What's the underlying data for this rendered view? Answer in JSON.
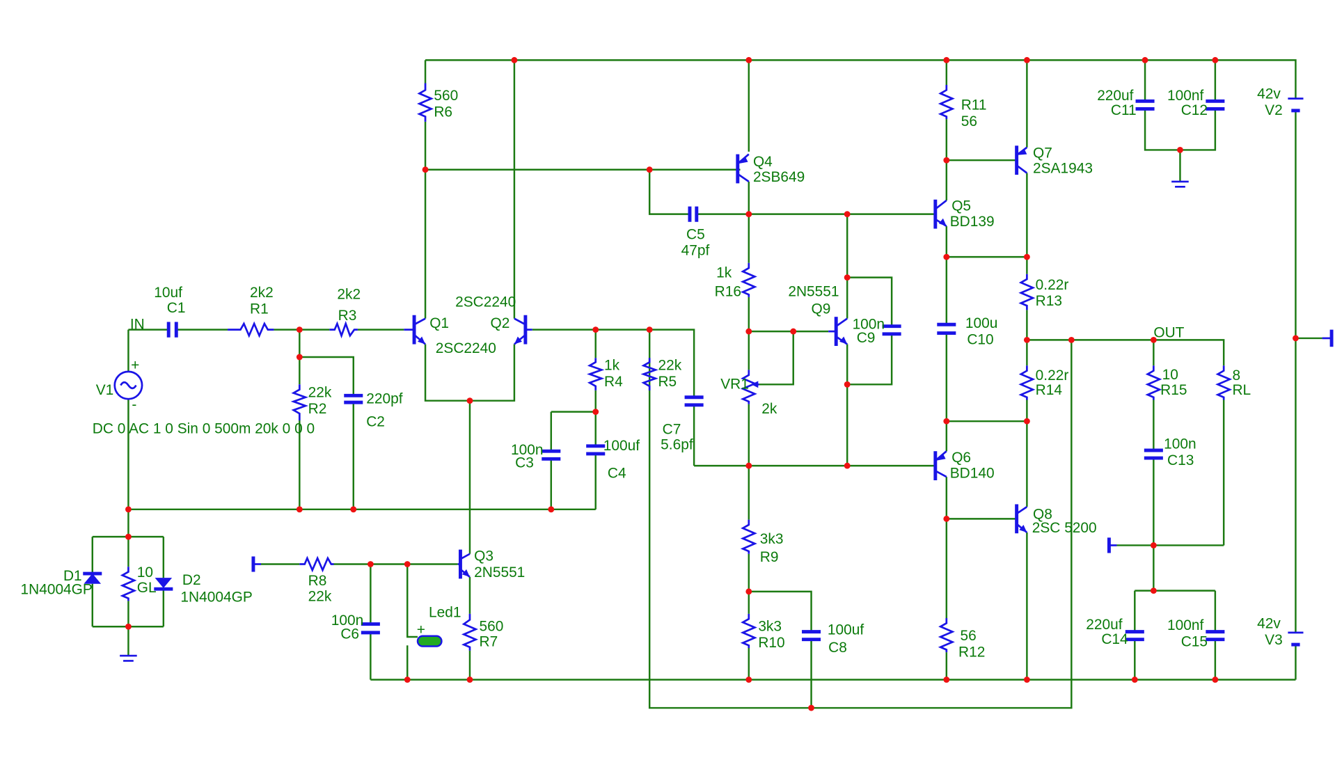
{
  "components": {
    "C1": {
      "name": "C1",
      "value": "10uf"
    },
    "R1": {
      "name": "R1",
      "value": "2k2"
    },
    "R3": {
      "name": "R3",
      "value": "2k2"
    },
    "R2": {
      "name": "R2",
      "value": "22k"
    },
    "C2": {
      "name": "C2",
      "value": "220pf"
    },
    "V1": {
      "name": "V1",
      "spec": "DC 0 AC 1 0 Sin 0 500m 20k 0 0 0"
    },
    "IN": {
      "name": "IN"
    },
    "Q1": {
      "name": "Q1",
      "value": "2SC2240"
    },
    "Q2": {
      "name": "Q2",
      "value": "2SC2240"
    },
    "R6": {
      "name": "R6",
      "value": "560"
    },
    "R4": {
      "name": "R4",
      "value": "1k"
    },
    "R5": {
      "name": "R5",
      "value": "22k"
    },
    "C3": {
      "name": "C3",
      "value": "100n"
    },
    "C4": {
      "name": "C4",
      "value": "100uf"
    },
    "C7": {
      "name": "C7",
      "value": "5.6pf"
    },
    "D1": {
      "name": "D1",
      "value": "1N4004GP"
    },
    "D2": {
      "name": "D2",
      "value": "1N4004GP"
    },
    "GL": {
      "name": "GL",
      "value": "10"
    },
    "R8": {
      "name": "R8",
      "value": "22k"
    },
    "C6": {
      "name": "C6",
      "value": "100n"
    },
    "Led1": {
      "name": "Led1"
    },
    "Q3": {
      "name": "Q3",
      "value": "2N5551"
    },
    "R7": {
      "name": "R7",
      "value": "560"
    },
    "Q4": {
      "name": "Q4",
      "value": "2SB649"
    },
    "C5": {
      "name": "C5",
      "value": "47pf"
    },
    "R16": {
      "name": "R16",
      "value": "1k"
    },
    "VR1": {
      "name": "VR1",
      "value": "2k"
    },
    "Q9": {
      "name": "Q9",
      "value": "2N5551"
    },
    "C9": {
      "name": "C9",
      "value": "100n"
    },
    "R9": {
      "name": "R9",
      "value": "3k3"
    },
    "R10": {
      "name": "R10",
      "value": "3k3"
    },
    "C8": {
      "name": "C8",
      "value": "100uf"
    },
    "R11": {
      "name": "R11",
      "value": "56"
    },
    "Q5": {
      "name": "Q5",
      "value": "BD139"
    },
    "C10": {
      "name": "C10",
      "value": "100u"
    },
    "Q6": {
      "name": "Q6",
      "value": "BD140"
    },
    "R12": {
      "name": "R12",
      "value": "56"
    },
    "Q7": {
      "name": "Q7",
      "value": "2SA1943"
    },
    "Q8": {
      "name": "Q8",
      "value": "2SC 5200"
    },
    "R13": {
      "name": "R13",
      "value": "0.22r"
    },
    "R14": {
      "name": "R14",
      "value": "0.22r"
    },
    "OUT": {
      "name": "OUT"
    },
    "R15": {
      "name": "R15",
      "value": "10"
    },
    "C13": {
      "name": "C13",
      "value": "100n"
    },
    "RL": {
      "name": "RL",
      "value": "8"
    },
    "C11": {
      "name": "C11",
      "value": "220uf"
    },
    "C12": {
      "name": "C12",
      "value": "100nf"
    },
    "C14": {
      "name": "C14",
      "value": "220uf"
    },
    "C15": {
      "name": "C15",
      "value": "100nf"
    },
    "V2": {
      "name": "V2",
      "value": "42v"
    },
    "V3": {
      "name": "V3",
      "value": "42v"
    }
  },
  "polarity": {
    "plus": "+",
    "minus": "-"
  },
  "colors": {
    "wire": "#1c7a12",
    "component": "#1a14e6",
    "label": "#0b7a0b",
    "node": "#ee1111",
    "led": "#22aa22"
  }
}
